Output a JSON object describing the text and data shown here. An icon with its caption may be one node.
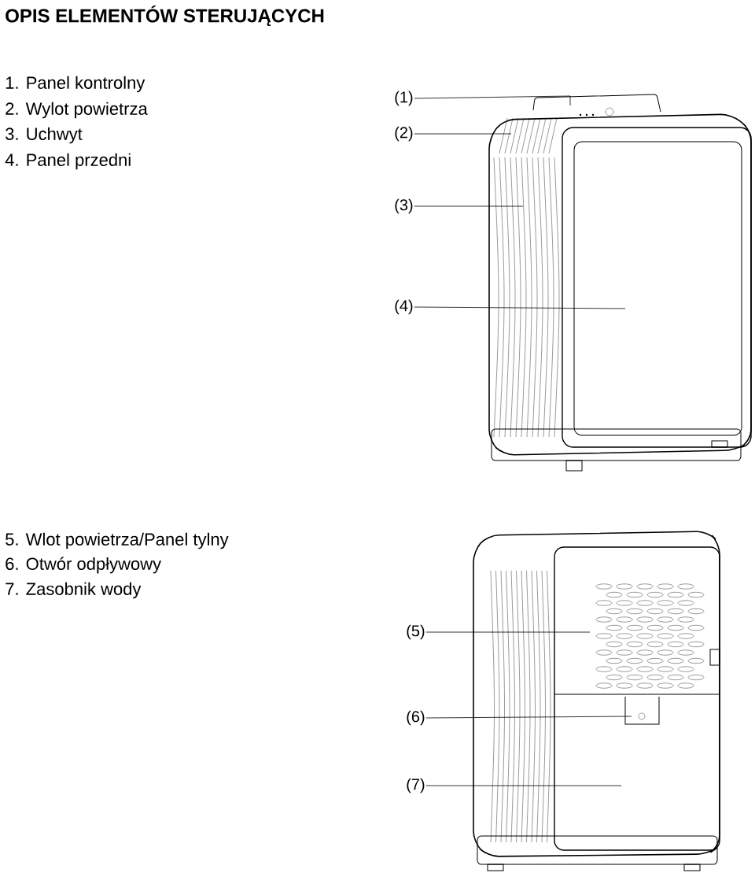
{
  "diagram": {
    "title": "OPIS ELEMENTÓW STERUJĄCYCH",
    "nodes": [
      {
        "text": [
          "(1)"
        ]
      },
      {
        "text": [
          "(2)"
        ]
      },
      {
        "text": [
          "(3)"
        ]
      },
      {
        "text": [
          "(4)"
        ]
      },
      {
        "text": [
          "(5)"
        ]
      },
      {
        "text": [
          "(6)"
        ]
      },
      {
        "text": [
          "(7)"
        ]
      }
    ],
    "edges": [
      {
        "from": 0,
        "to": null,
        "arrow": "none"
      },
      {
        "from": 1,
        "to": null,
        "arrow": "none"
      },
      {
        "from": 2,
        "to": null,
        "arrow": "none"
      },
      {
        "from": 3,
        "to": null,
        "arrow": "none"
      },
      {
        "from": 4,
        "to": null,
        "arrow": "none"
      },
      {
        "from": 5,
        "to": null,
        "arrow": "none"
      },
      {
        "from": 6,
        "to": null,
        "arrow": "none"
      }
    ],
    "labels": [
      "1. Panel kontrolny",
      "2. Wylot powietrza",
      "3. Uchwyt",
      "4. Panel przedni",
      "5. Wlot powietrza/Panel tylny",
      "6. Otwór odpływowy",
      "7. Zasobnik wody"
    ]
  }
}
